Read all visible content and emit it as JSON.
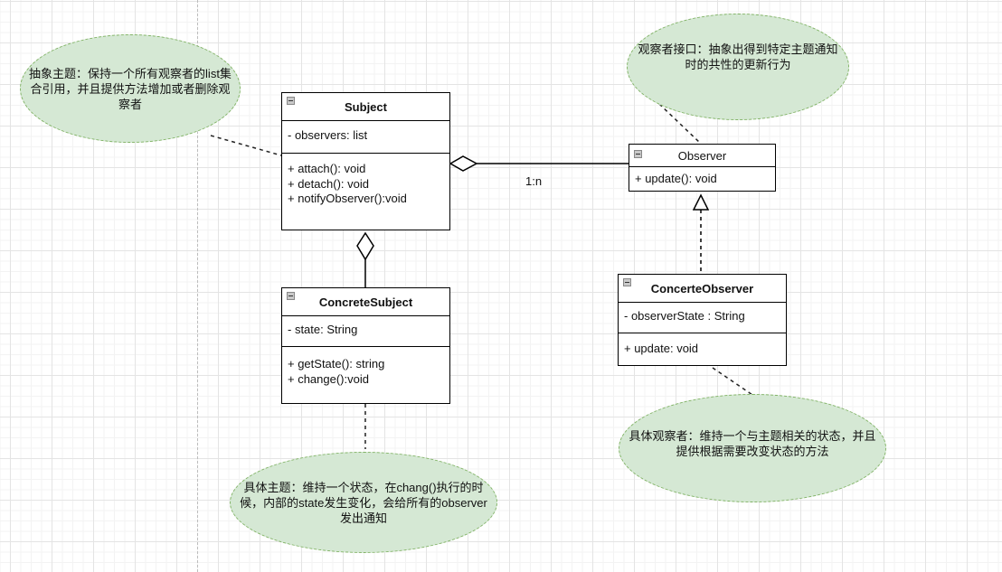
{
  "diagram": {
    "title": "Observer Pattern UML",
    "colors": {
      "note_fill": "#d5e8d4",
      "note_border": "#82b366",
      "class_border": "#000000"
    },
    "classes": {
      "subject": {
        "name": "Subject",
        "attributes": [
          "- observers: list"
        ],
        "methods": [
          "+ attach(): void",
          "+ detach(): void",
          "+ notifyObserver():void"
        ]
      },
      "concrete_subject": {
        "name": "ConcreteSubject",
        "attributes": [
          "- state: String"
        ],
        "methods": [
          "+ getState(): string",
          "+ change():void"
        ]
      },
      "observer": {
        "name": "Observer",
        "attributes": [],
        "methods": [
          "+ update(): void"
        ]
      },
      "concrete_observer": {
        "name": "ConcerteObserver",
        "attributes": [
          "- observerState : String"
        ],
        "methods": [
          "+ update: void"
        ]
      }
    },
    "relations": {
      "subject_observer_multiplicity": "1:n"
    },
    "notes": {
      "abstract_subject": "抽象主题：保持一个所有观察者的list集合引用，并且提供方法增加或者删除观察者",
      "observer_interface": "观察者接口：抽象出得到特定主题通知时的共性的更新行为",
      "concrete_subject": "具体主题：维持一个状态，在chang()执行的时候，内部的state发生变化，会给所有的observer发出通知",
      "concrete_observer": "具体观察者：维持一个与主题相关的状态，并且提供根据需要改变状态的方法"
    }
  }
}
